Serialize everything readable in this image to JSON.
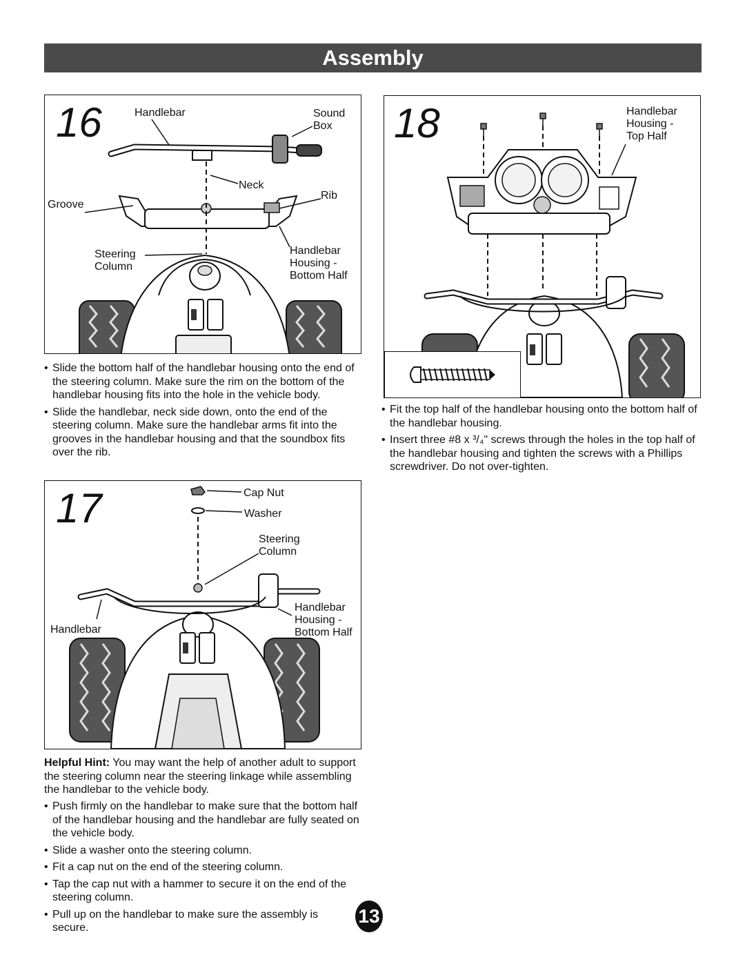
{
  "header": {
    "title": "Assembly"
  },
  "step16": {
    "number": "16",
    "labels": {
      "handlebar": "Handlebar",
      "sound_box_1": "Sound",
      "sound_box_2": "Box",
      "neck": "Neck",
      "rib": "Rib",
      "groove": "Groove",
      "steering_1": "Steering",
      "steering_2": "Column",
      "housing_1": "Handlebar",
      "housing_2": "Housing -",
      "housing_3": "Bottom Half"
    },
    "bullets": [
      "Slide the bottom half of the handlebar housing onto the end of the steering column. Make sure the rim on the bottom of the handlebar housing fits into the hole in the vehicle body.",
      "Slide the handlebar, neck side down, onto the end of the steering column. Make sure the handlebar arms fit into the grooves in the handlebar housing and that the soundbox fits over the rib."
    ]
  },
  "step17": {
    "number": "17",
    "labels": {
      "cap_nut": "Cap Nut",
      "washer": "Washer",
      "steering_1": "Steering",
      "steering_2": "Column",
      "handlebar": "Handlebar",
      "housing_1": "Handlebar",
      "housing_2": "Housing -",
      "housing_3": "Bottom Half"
    },
    "hint_label": "Helpful Hint:",
    "hint_text": " You may want the help of another adult to support the steering column near the steering linkage while assembling the handlebar to the vehicle body.",
    "bullets": [
      "Push firmly on the handlebar to make sure that the bottom half of the handlebar housing and the handlebar are fully seated on the vehicle body.",
      "Slide a washer onto the steering column.",
      "Fit a cap nut on the end of the steering column.",
      "Tap the cap nut with a hammer to secure it on the end of the steering column.",
      "Pull up on the handlebar to make sure the assembly is secure."
    ]
  },
  "step18": {
    "number": "18",
    "labels": {
      "housing_1": "Handlebar",
      "housing_2": "Housing -",
      "housing_3": "Top Half"
    },
    "bullets": [
      "Fit the top half of the handlebar housing onto the bottom half of the handlebar housing.",
      "Insert three #8 x ³/₄\" screws through the holes in the top half of the handlebar housing and tighten the screws with a Phillips screwdriver. Do not over-tighten."
    ]
  },
  "page_number": "13"
}
